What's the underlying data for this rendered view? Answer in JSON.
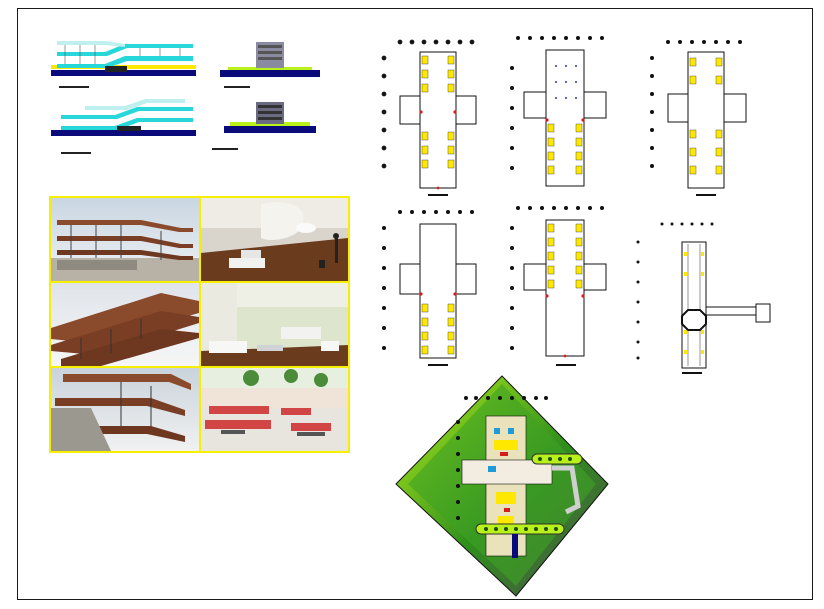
{
  "sheet": {
    "description_alt": "",
    "colors": {
      "frame": "#1a1a1a",
      "render_border": "#f6f000",
      "cyan": "#27d7d9",
      "navy": "#0a0a7a",
      "yellow": "#ffe800",
      "red": "#d81b1b",
      "green": "#3fa224",
      "lime": "#b9f21b",
      "brown_roof": "#8a4a2c"
    }
  },
  "elevations": [
    {
      "name": "elevation-long-a"
    },
    {
      "name": "elevation-short-a"
    },
    {
      "name": "elevation-long-b"
    },
    {
      "name": "elevation-short-b"
    }
  ],
  "renders": [
    {
      "name": "render-exterior-1",
      "kind": "exterior"
    },
    {
      "name": "render-interior-1",
      "kind": "interior"
    },
    {
      "name": "render-exterior-2",
      "kind": "exterior"
    },
    {
      "name": "render-interior-2",
      "kind": "interior"
    },
    {
      "name": "render-exterior-3",
      "kind": "exterior"
    },
    {
      "name": "render-interior-3",
      "kind": "interior"
    }
  ],
  "floor_plans": [
    {
      "name": "floor-plan-1"
    },
    {
      "name": "floor-plan-2"
    },
    {
      "name": "floor-plan-3"
    },
    {
      "name": "floor-plan-4"
    },
    {
      "name": "floor-plan-5"
    },
    {
      "name": "floor-plan-6"
    }
  ],
  "site_plan": {
    "name": "site-plan"
  }
}
